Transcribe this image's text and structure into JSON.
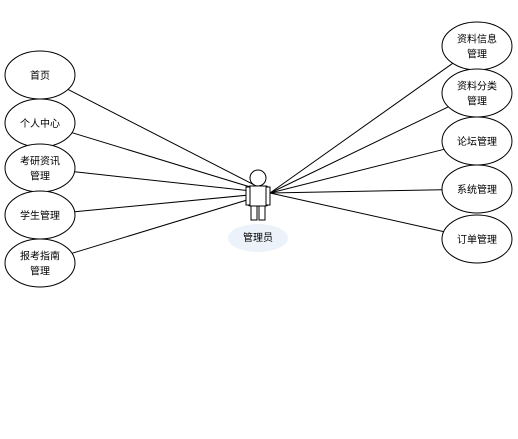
{
  "diagram": {
    "type": "use-case",
    "actor": {
      "label": "管理员"
    },
    "use_cases": [
      {
        "id": "home",
        "lines": [
          "首页"
        ]
      },
      {
        "id": "personal-center",
        "lines": [
          "个人中心"
        ]
      },
      {
        "id": "exam-news",
        "lines": [
          "考研资讯",
          "管理"
        ]
      },
      {
        "id": "student",
        "lines": [
          "学生管理"
        ]
      },
      {
        "id": "exam-guide",
        "lines": [
          "报考指南",
          "管理"
        ]
      },
      {
        "id": "material-info",
        "lines": [
          "资料信息",
          "管理"
        ]
      },
      {
        "id": "material-category",
        "lines": [
          "资料分类",
          "管理"
        ]
      },
      {
        "id": "forum",
        "lines": [
          "论坛管理"
        ]
      },
      {
        "id": "system",
        "lines": [
          "系统管理"
        ]
      },
      {
        "id": "order",
        "lines": [
          "订单管理"
        ]
      }
    ],
    "associations": [
      [
        "actor",
        "home"
      ],
      [
        "actor",
        "personal-center"
      ],
      [
        "actor",
        "exam-news"
      ],
      [
        "actor",
        "student"
      ],
      [
        "actor",
        "exam-guide"
      ],
      [
        "actor",
        "material-info"
      ],
      [
        "actor",
        "material-category"
      ],
      [
        "actor",
        "forum"
      ],
      [
        "actor",
        "system"
      ],
      [
        "actor",
        "order"
      ]
    ]
  }
}
